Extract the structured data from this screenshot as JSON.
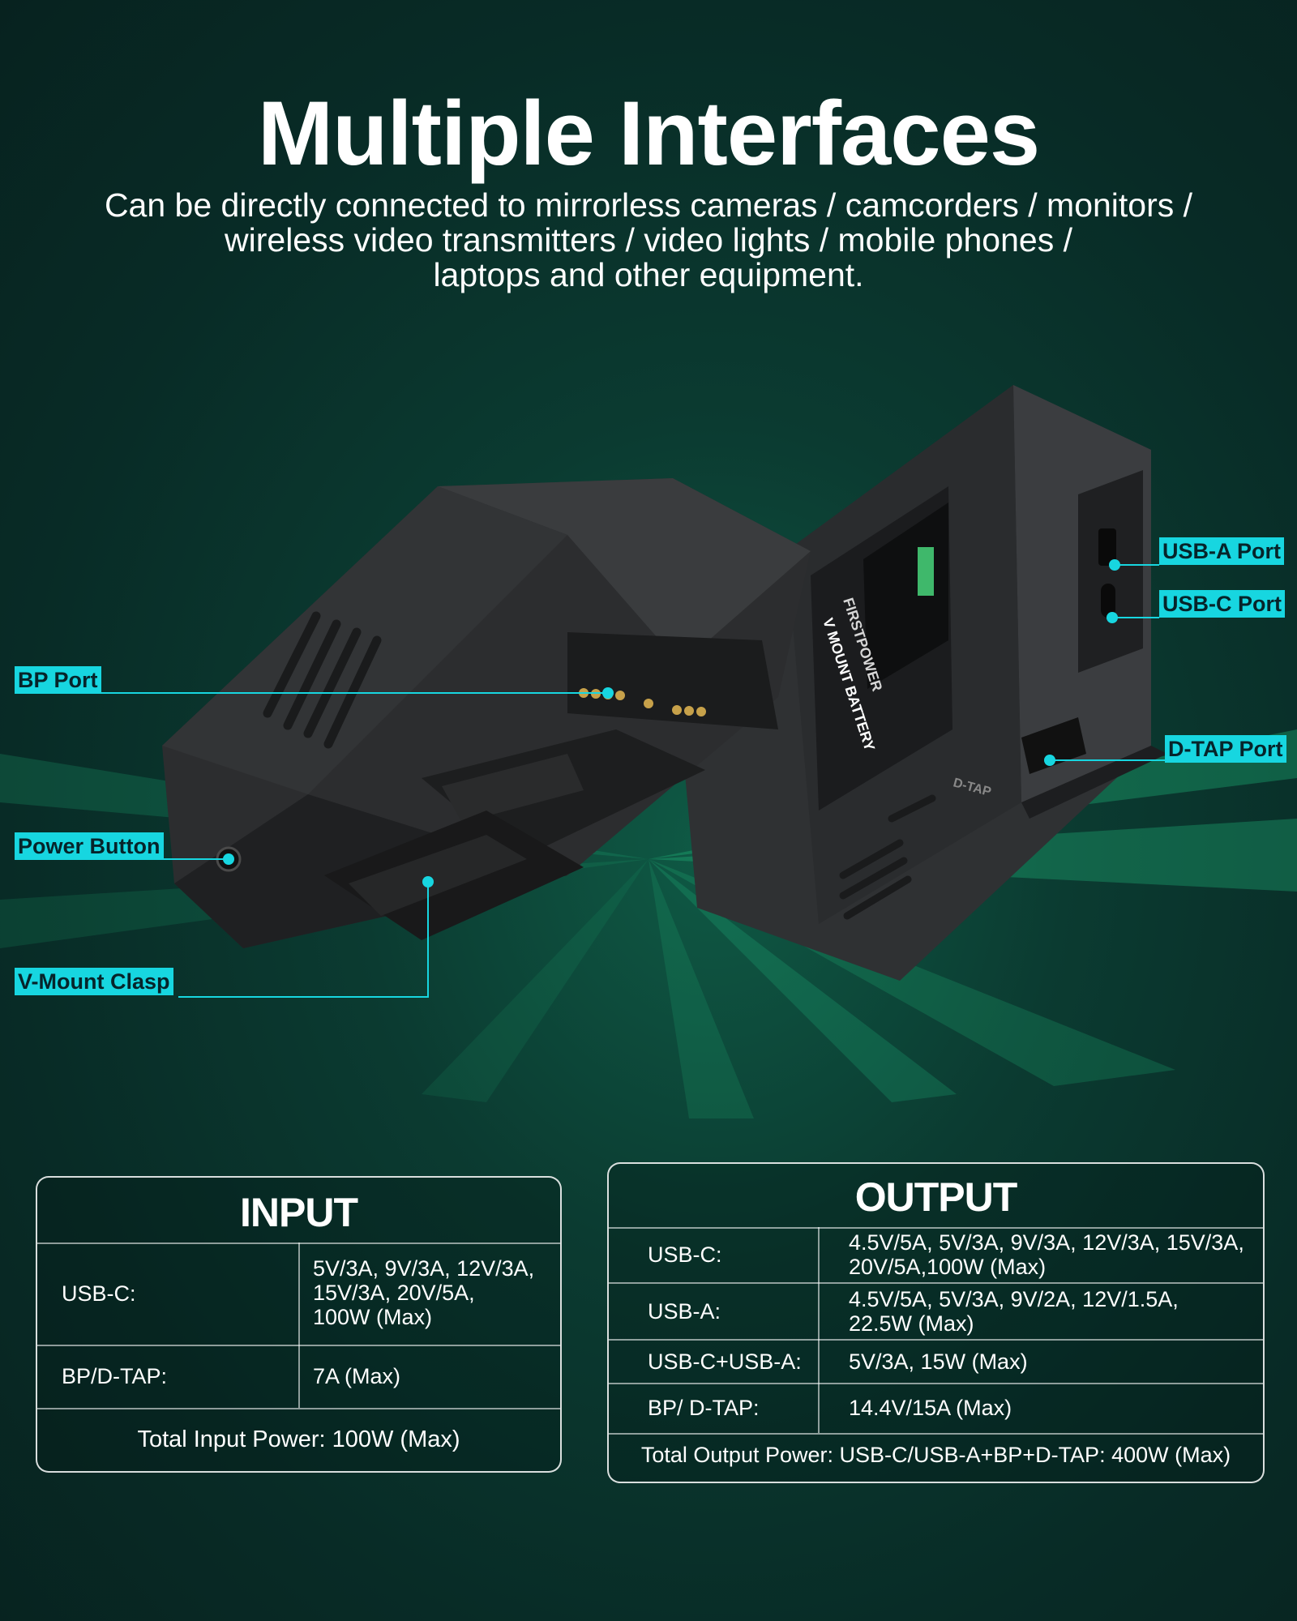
{
  "header": {
    "title": "Multiple Interfaces",
    "subtitle_lines": [
      "Can be directly connected to mirrorless cameras / camcorders / monitors /",
      "wireless video transmitters / video lights / mobile phones /",
      "laptops and other equipment."
    ]
  },
  "product": {
    "brand": "FIRSTPOWER",
    "model": "V MOUNT BATTERY",
    "dtap_mark": "D-TAP",
    "ports": {
      "usb_a": "USB-A Port",
      "usb_c": "USB-C Port",
      "dtap": "D-TAP Port",
      "bp": "BP Port",
      "power_button": "Power Button",
      "vmount_clasp": "V-Mount Clasp"
    }
  },
  "input": {
    "title": "INPUT",
    "rows": [
      {
        "label": "USB-C:",
        "value_lines": [
          "5V/3A, 9V/3A, 12V/3A,",
          "15V/3A, 20V/5A,",
          "100W (Max)"
        ]
      },
      {
        "label": "BP/D-TAP:",
        "value_lines": [
          "7A (Max)"
        ]
      }
    ],
    "total": "Total Input Power: 100W (Max)"
  },
  "output": {
    "title": "OUTPUT",
    "rows": [
      {
        "label": "USB-C:",
        "value_lines": [
          "4.5V/5A, 5V/3A, 9V/3A, 12V/3A, 15V/3A,",
          "20V/5A,100W (Max)"
        ]
      },
      {
        "label": "USB-A:",
        "value_lines": [
          "4.5V/5A, 5V/3A, 9V/2A, 12V/1.5A,",
          "22.5W (Max)"
        ]
      },
      {
        "label": "USB-C+USB-A:",
        "value_lines": [
          "5V/3A, 15W (Max)"
        ]
      },
      {
        "label": "BP/ D-TAP:",
        "value_lines": [
          "14.4V/15A (Max)"
        ]
      }
    ],
    "total": "Total Output Power: USB-C/USB-A+BP+D-TAP: 400W (Max)"
  },
  "colors": {
    "accent": "#17d6e0",
    "background": "#0b3b31",
    "text": "#ffffff"
  }
}
